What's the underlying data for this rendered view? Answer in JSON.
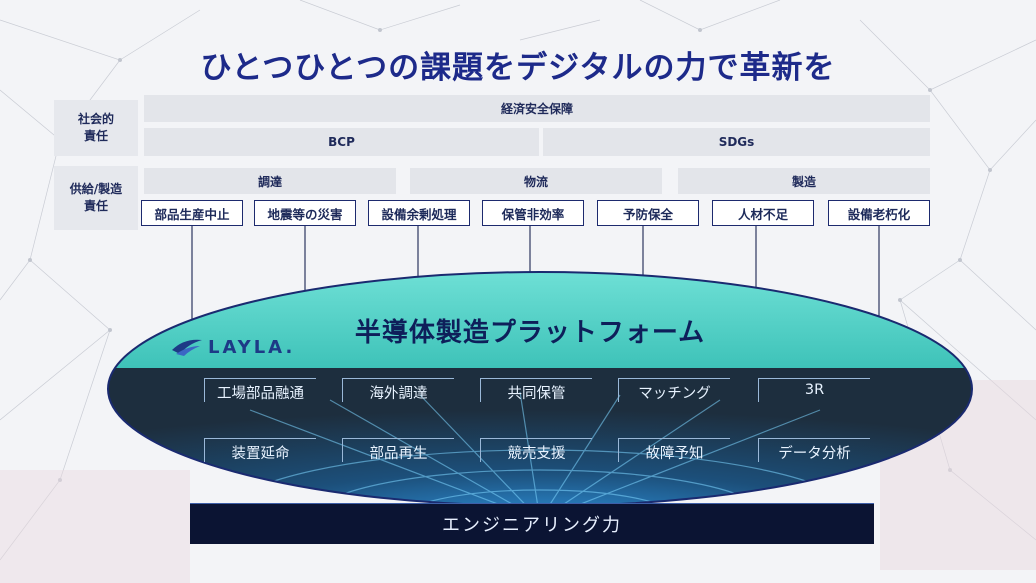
{
  "title": "ひとつひとつの課題をデジタルの力で革新を",
  "row_labels": {
    "social": [
      "社会的",
      "責任"
    ],
    "supply": [
      "供給/製造",
      "責任"
    ]
  },
  "bars": {
    "economic_security": "経済安全保障",
    "bcp": "BCP",
    "sdgs": "SDGs",
    "procurement": "調達",
    "logistics": "物流",
    "manufacturing": "製造"
  },
  "issues": [
    "部品生産中止",
    "地震等の災害",
    "設備余剰処理",
    "保管非効率",
    "予防保全",
    "人材不足",
    "設備老朽化"
  ],
  "platform": {
    "logo_text": "LAYLA.",
    "title": "半導体製造プラットフォーム",
    "services_row1": [
      "工場部品融通",
      "海外調達",
      "共同保管",
      "マッチング",
      "3R"
    ],
    "services_row2": [
      "装置延命",
      "部品再生",
      "競売支援",
      "故障予知",
      "データ分析"
    ]
  },
  "foundation": "エンジニアリング力",
  "colors": {
    "title": "#1d2a8a",
    "platform_top": "#4ed1c6",
    "platform_bottom": "#1a2f45",
    "outline": "#1a2a70",
    "foundation": "#0b1433"
  }
}
